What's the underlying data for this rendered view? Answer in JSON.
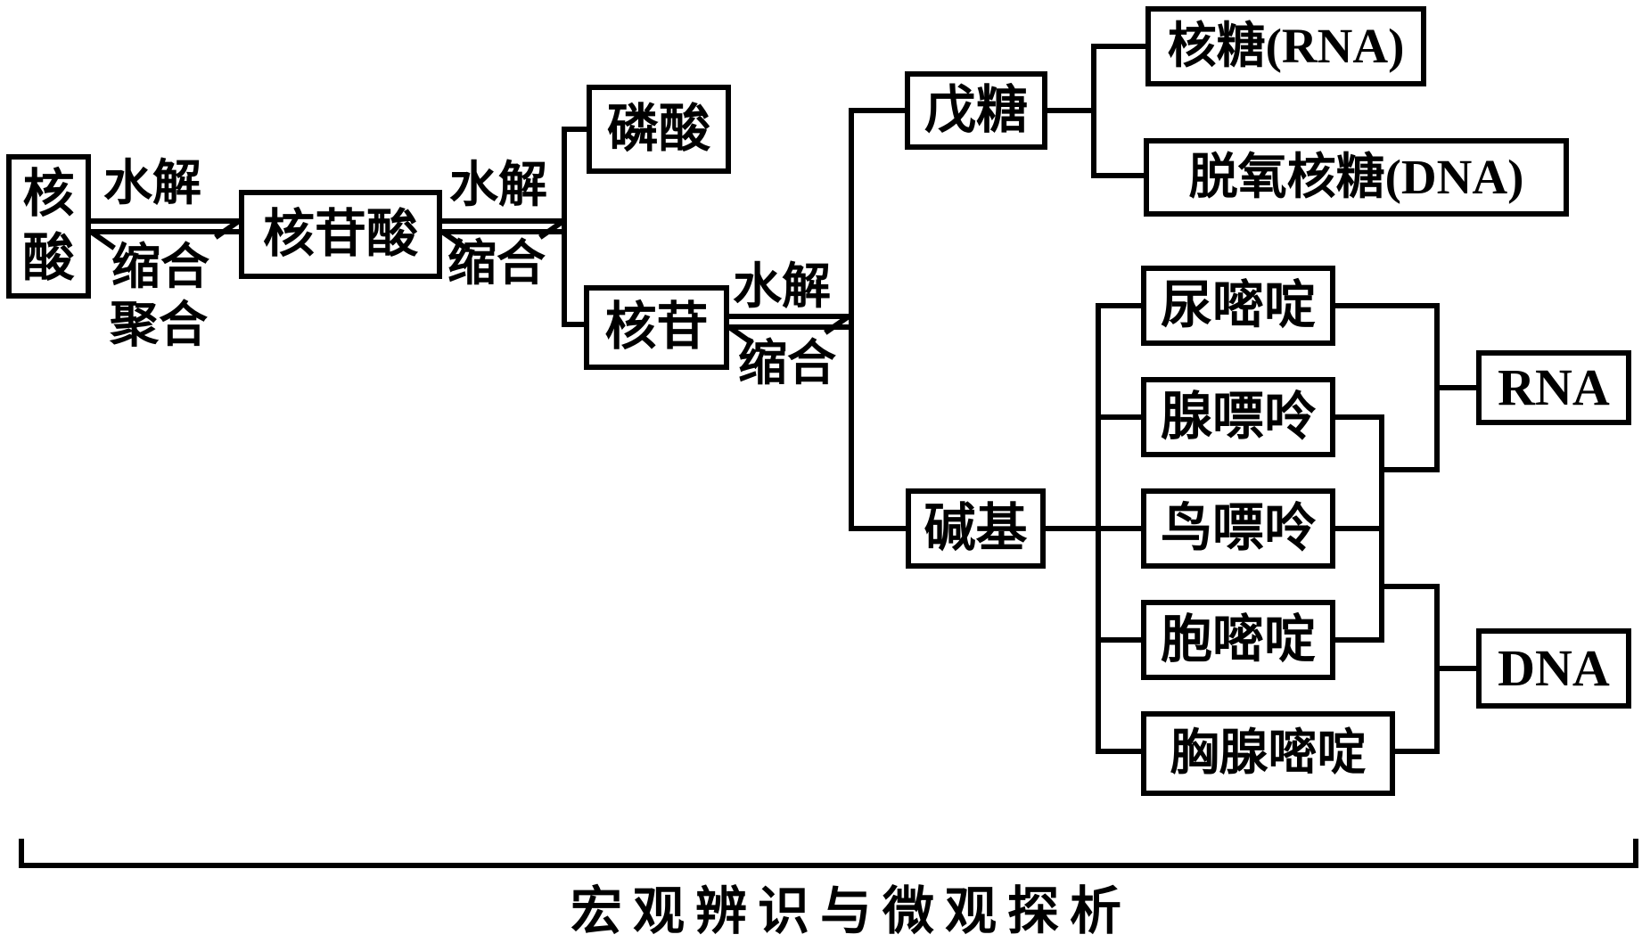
{
  "diagram": {
    "title_caption": "宏观辨识与微观探析",
    "colors": {
      "line": "#000000",
      "background": "#ffffff",
      "text": "#000000"
    },
    "nodes": {
      "nucleic_acid": "核酸",
      "nucleotide": "核苷酸",
      "phosphoric_acid": "磷酸",
      "nucleoside": "核苷",
      "pentose": "戊糖",
      "ribose": "核糖(RNA)",
      "deoxyribose": "脱氧核糖(DNA)",
      "base": "碱基",
      "uracil": "尿嘧啶",
      "adenine": "腺嘌呤",
      "guanine": "鸟嘌呤",
      "cytosine": "胞嘧啶",
      "thymine": "胸腺嘧啶",
      "rna": "RNA",
      "dna": "DNA"
    },
    "edge_labels": {
      "hydrolysis_1": "水解",
      "condensation_1": "缩合",
      "polymerization_1": "聚合",
      "hydrolysis_2": "水解",
      "condensation_2": "缩合",
      "hydrolysis_3": "水解",
      "condensation_3": "缩合"
    },
    "relations": [
      "核酸 --水解--> 核苷酸",
      "核苷酸 --缩合/聚合--> 核酸",
      "核苷酸 --水解--> 磷酸 + 核苷",
      "磷酸+核苷 --缩合--> 核苷酸",
      "核苷 --水解--> 戊糖 + 碱基",
      "戊糖+碱基 --缩合--> 核苷",
      "戊糖 -> 核糖(RNA), 脱氧核糖(DNA)",
      "碱基 -> 尿嘧啶, 腺嘌呤, 鸟嘌呤, 胞嘧啶, 胸腺嘧啶",
      "尿嘧啶+腺嘌呤+鸟嘌呤+胞嘧啶 -> RNA",
      "腺嘌呤+鸟嘌呤+胞嘧啶+胸腺嘧啶 -> DNA"
    ]
  }
}
